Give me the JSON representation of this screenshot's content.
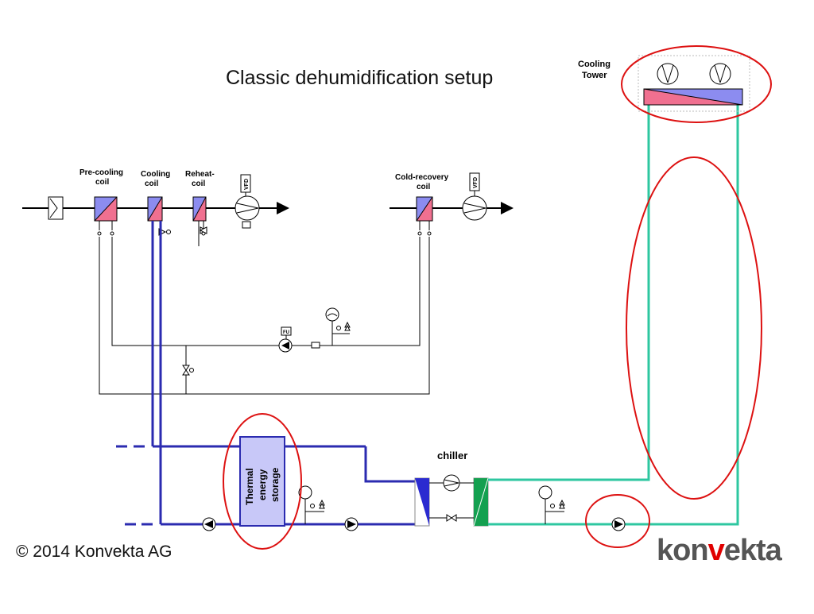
{
  "title": "Classic dehumidification setup",
  "labels": {
    "precooling_1": "Pre-cooling",
    "precooling_2": "coil",
    "cooling_1": "Cooling",
    "cooling_2": "coil",
    "reheat_1": "Reheat-",
    "reheat_2": "coil",
    "coldrec_1": "Cold-recovery",
    "coldrec_2": "coil",
    "vfd": "VFD",
    "fu": "FU",
    "cooling_tower_1": "Cooling",
    "cooling_tower_2": "Tower",
    "chiller": "chiller",
    "tes_1": "Thermal",
    "tes_2": "energy",
    "tes_3": "storage"
  },
  "footer": {
    "copyright": "© 2014 Konvekta AG",
    "logo_pre": "kon",
    "logo_v": "v",
    "logo_post": "ekta"
  },
  "colors": {
    "chilled_water": "#2b2bb0",
    "condenser_water": "#2ec7a0",
    "highlight": "#dd1111",
    "coil_blue": "#8c8cf0",
    "coil_red": "#f07090",
    "tes_fill": "#c8c8f8"
  }
}
